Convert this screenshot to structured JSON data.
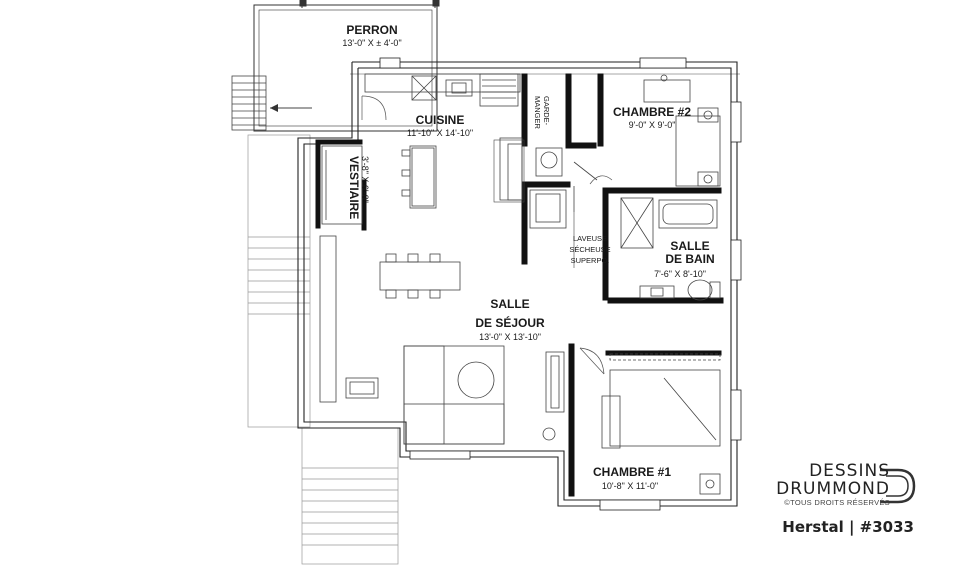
{
  "rooms": {
    "perron": {
      "name": "PERRON",
      "dim": "13'-0\" X ± 4'-0\""
    },
    "cuisine": {
      "name": "CUISINE",
      "dim": "11'-10\" X 14'-10\""
    },
    "garde_manger": {
      "line1": "GARDE-",
      "line2": "MANGER"
    },
    "chambre2": {
      "name": "CHAMBRE #2",
      "dim": "9'-0\" X 9'-0\""
    },
    "vestiaire": {
      "name": "VESTIAIRE",
      "dim": "3'-8\" X 6'-0\""
    },
    "salle_de_bain": {
      "line1": "SALLE",
      "line2": "DE BAIN",
      "dim": "7'-6\" X 8'-10\""
    },
    "laveuse": {
      "line1": "LAVEUSE",
      "line2": "SÉCHEUSE",
      "line3": "SUPERPO."
    },
    "salle_de_sejour": {
      "line1": "SALLE",
      "line2": "DE SÉJOUR",
      "dim": "13'-0\" X 13'-10\""
    },
    "chambre1": {
      "name": "CHAMBRE #1",
      "dim": "10'-8\" X 11'-0\""
    }
  },
  "branding": {
    "line1": "DESSINS",
    "line2": "DRUMMOND",
    "rights": "©TOUS DROITS RÉSERVÉS",
    "caption": "Herstal | #3033"
  }
}
